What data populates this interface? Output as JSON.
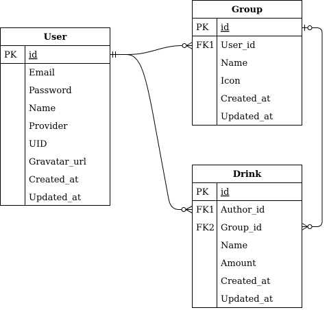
{
  "entities": {
    "user": {
      "title": "User",
      "pk": {
        "key": "PK",
        "name": "id"
      },
      "fields": [
        "Email",
        "Password",
        "Name",
        "Provider",
        "UID",
        "Gravatar_url",
        "Created_at",
        "Updated_at"
      ]
    },
    "group": {
      "title": "Group",
      "pk": {
        "key": "PK",
        "name": "id"
      },
      "fields": [
        {
          "key": "FK1",
          "name": "User_id"
        },
        {
          "key": "",
          "name": "Name"
        },
        {
          "key": "",
          "name": "Icon"
        },
        {
          "key": "",
          "name": "Created_at"
        },
        {
          "key": "",
          "name": "Updated_at"
        }
      ]
    },
    "drink": {
      "title": "Drink",
      "pk": {
        "key": "PK",
        "name": "id"
      },
      "fields": [
        {
          "key": "FK1",
          "name": "Author_id"
        },
        {
          "key": "FK2",
          "name": "Group_id"
        },
        {
          "key": "",
          "name": "Name"
        },
        {
          "key": "",
          "name": "Amount"
        },
        {
          "key": "",
          "name": "Created_at"
        },
        {
          "key": "",
          "name": "Updated_at"
        }
      ]
    }
  },
  "relationships": [
    {
      "from": "User.id",
      "to": "Group.User_id",
      "from_cardinality": "one-and-only-one",
      "to_cardinality": "zero-or-many"
    },
    {
      "from": "User.id",
      "to": "Drink.Author_id",
      "from_cardinality": "one-and-only-one",
      "to_cardinality": "zero-or-many"
    },
    {
      "from": "Group.id",
      "to": "Drink.Group_id",
      "from_cardinality": "zero-or-one",
      "to_cardinality": "zero-or-many"
    }
  ]
}
